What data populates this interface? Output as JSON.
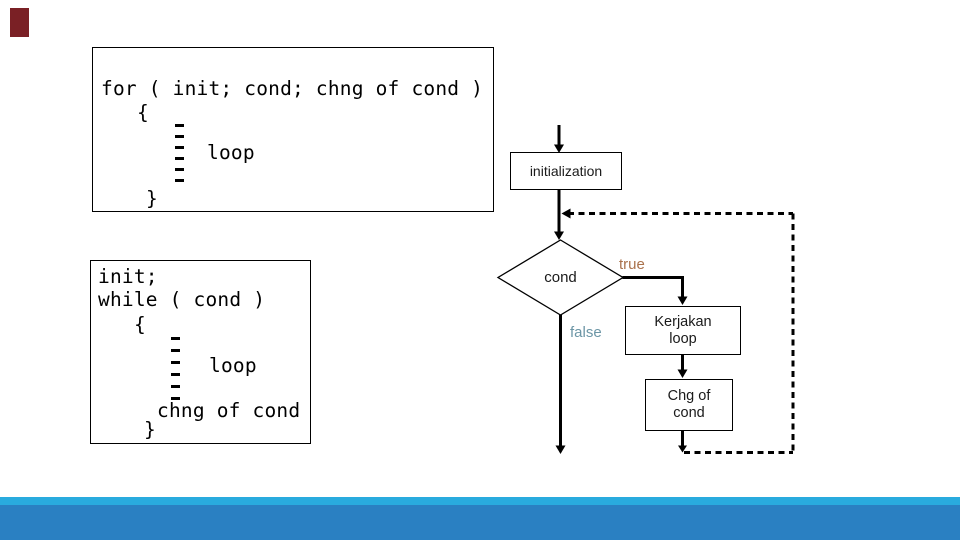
{
  "slide": {
    "accent_rect_color": "#7A2025",
    "footer_stripe_color": "#29ABDE",
    "footer_band_color": "#2A80C2"
  },
  "code_for": {
    "header": "for ( init; cond; chng of cond )",
    "open_brace": "{",
    "loop_label": "loop",
    "close_brace": "}"
  },
  "code_while": {
    "init_line": "init;",
    "while_line": "while ( cond )",
    "open_brace": "{",
    "loop_label": "loop",
    "change_line": "chng of cond",
    "close_brace": "}"
  },
  "flowchart": {
    "initialization_label": "initialization",
    "condition_label": "cond",
    "true_label": "true",
    "true_color": "#AA724C",
    "false_label": "false",
    "false_color": "#6C96A6",
    "loop_body_line1": "Kerjakan",
    "loop_body_line2": "loop",
    "change_line1": "Chg of",
    "change_line2": "cond"
  }
}
